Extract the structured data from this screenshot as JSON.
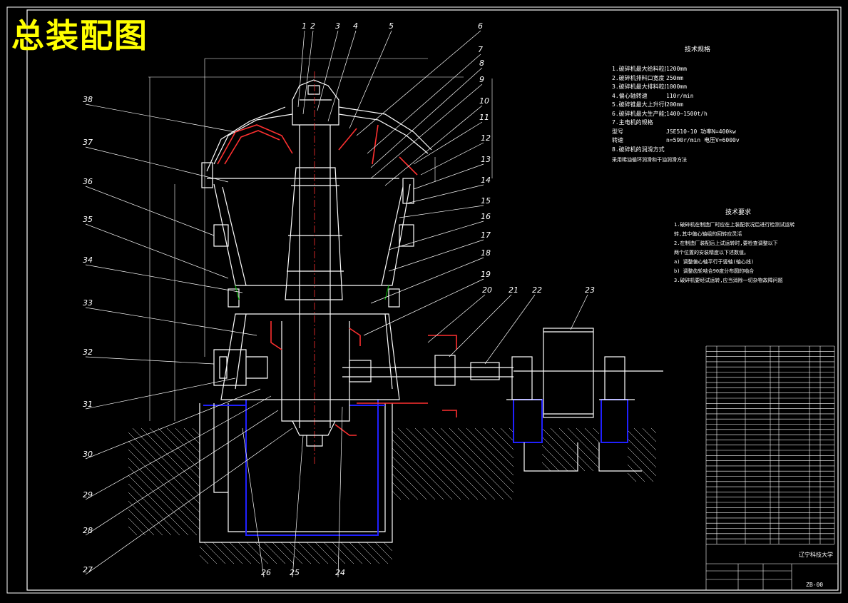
{
  "title": "总装配图",
  "part_numbers_top": [
    "1",
    "2",
    "3",
    "4",
    "5",
    "6",
    "7",
    "8",
    "9",
    "10",
    "11",
    "12",
    "13",
    "14",
    "15",
    "16",
    "17",
    "18",
    "19",
    "20",
    "21",
    "22",
    "23"
  ],
  "part_numbers_left": [
    "38",
    "37",
    "36",
    "35",
    "34",
    "33",
    "32",
    "31",
    "30",
    "29",
    "28",
    "27"
  ],
  "part_numbers_bottom": [
    "26",
    "25",
    "24"
  ],
  "tech_specs": {
    "title": "技术规格",
    "rows": [
      {
        "label": "1.破碎机最大给料粒度",
        "value": "1200mm"
      },
      {
        "label": "2.破碎机排料口宽度",
        "value": "250mm"
      },
      {
        "label": "3.破碎机最大排料粒度",
        "value": "1000mm"
      },
      {
        "label": "4.偏心轴转速",
        "value": "110r/min"
      },
      {
        "label": "5.破碎锥最大上升行程",
        "value": "200mm"
      },
      {
        "label": "6.破碎机最大生产能力",
        "value": "1400~1500t/h"
      },
      {
        "label": "7.主电机的规格",
        "value": ""
      },
      {
        "label": "型号",
        "value": "JSE510-10  功率N=400kw"
      },
      {
        "label": "转速",
        "value": "n=590r/min  电压V=6000v"
      },
      {
        "label": "8.破碎机的润滑方式",
        "value": ""
      }
    ],
    "note": "采用稀油循环润滑和干油润滑方法"
  },
  "tech_requirements": {
    "title": "技术要求",
    "lines": [
      "1.破碎机在制造厂时应在上装配状况后进行检测试运转",
      "转,其中偏心轴组的回转应灵活",
      "2.在制造厂装配后上试运转时,要检查调整以下",
      "两个位置的安装精度以下述数值。",
      "a) 调整偏心轴平行于竖轴(轴心线)",
      "b) 调整齿轮啮合90度分布圆的啮合",
      "3.破碎机要经试运转,应当消除一切杂物故障问题"
    ]
  },
  "title_block": {
    "school": "辽宁科技大学",
    "drawing_no": "ZB-00"
  },
  "colors": {
    "background": "#000000",
    "line": "#ffffff",
    "title": "#ffff00",
    "red": "#ff3030",
    "blue": "#2020ff",
    "green": "#00c000"
  }
}
